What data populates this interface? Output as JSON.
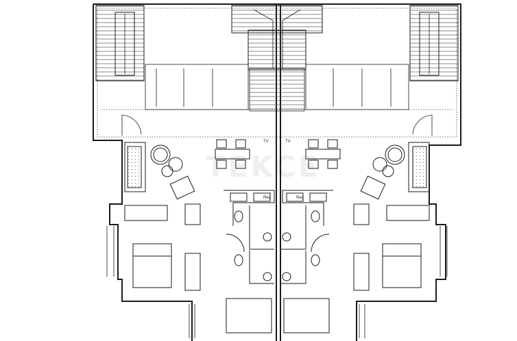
{
  "labels": {
    "tv": "TV",
    "fridge": "Reg"
  },
  "watermark": "TEKCE",
  "colors": {
    "line": "#1a1a1a",
    "hatch": "#555555",
    "background": "#ffffff"
  }
}
